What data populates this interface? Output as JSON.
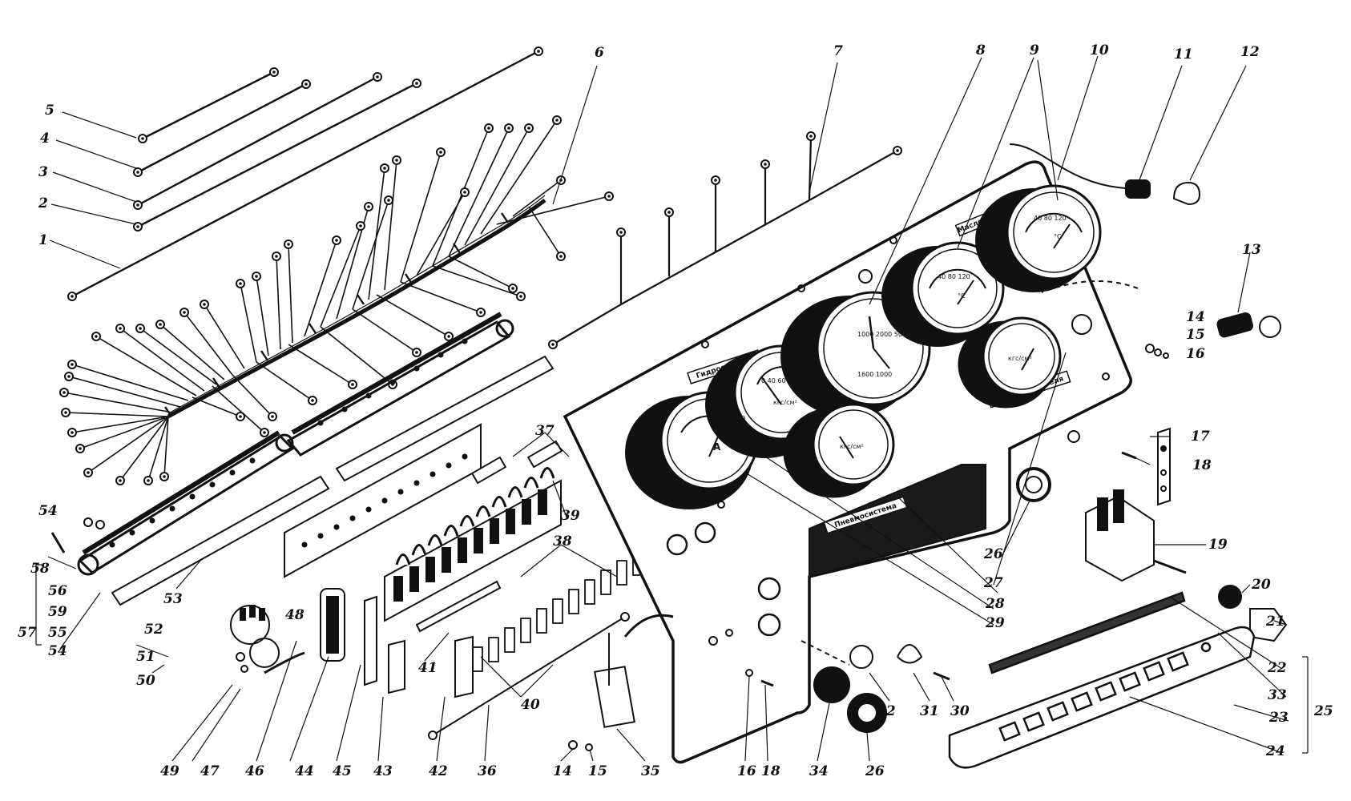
{
  "panel_labels": {
    "engine_oil": "Масло двигателя",
    "hydraulic_system": "Гидросистема",
    "engine_oil_lower": "Масло двигателя",
    "pneumatic_system": "Пневмосистема"
  },
  "gauges": {
    "ammeter": {
      "unit": "A",
      "scale": "0 40 20 100"
    },
    "hydraulic_pressure": {
      "unit": "кгс/см²",
      "scale": "0 40 60 80 100"
    },
    "tachometer": {
      "scale_top": "1000 2000 500",
      "scale_low": "1600 1000"
    },
    "oil_temperature": {
      "unit": "°C",
      "scale": "40 80 120"
    },
    "water_temperature": {
      "unit": "°C",
      "scale": "40 80 120"
    },
    "oil_pressure": {
      "unit": "кгс/см²"
    },
    "air_pressure": {
      "unit": "кгс/см²"
    }
  },
  "callouts": [
    {
      "id": "c1",
      "text": "1"
    },
    {
      "id": "c2",
      "text": "2"
    },
    {
      "id": "c3",
      "text": "3"
    },
    {
      "id": "c4",
      "text": "4"
    },
    {
      "id": "c5",
      "text": "5"
    },
    {
      "id": "c6",
      "text": "6"
    },
    {
      "id": "c7",
      "text": "7"
    },
    {
      "id": "c8",
      "text": "8"
    },
    {
      "id": "c9",
      "text": "9"
    },
    {
      "id": "c10",
      "text": "10"
    },
    {
      "id": "c11",
      "text": "11"
    },
    {
      "id": "c12",
      "text": "12"
    },
    {
      "id": "c13",
      "text": "13"
    },
    {
      "id": "c14",
      "text": "14"
    },
    {
      "id": "c15",
      "text": "15"
    },
    {
      "id": "c16",
      "text": "16"
    },
    {
      "id": "c17",
      "text": "17"
    },
    {
      "id": "c18",
      "text": "18"
    },
    {
      "id": "c19",
      "text": "19"
    },
    {
      "id": "c20",
      "text": "20"
    },
    {
      "id": "c21",
      "text": "21"
    },
    {
      "id": "c22",
      "text": "22"
    },
    {
      "id": "c33",
      "text": "33"
    },
    {
      "id": "c23",
      "text": "23"
    },
    {
      "id": "c25",
      "text": "25"
    },
    {
      "id": "c24",
      "text": "24"
    },
    {
      "id": "c26a",
      "text": "26"
    },
    {
      "id": "c27",
      "text": "27"
    },
    {
      "id": "c28",
      "text": "28"
    },
    {
      "id": "c29",
      "text": "29"
    },
    {
      "id": "c37",
      "text": "37"
    },
    {
      "id": "c39",
      "text": "39"
    },
    {
      "id": "c38",
      "text": "38"
    },
    {
      "id": "c54a",
      "text": "54"
    },
    {
      "id": "c58",
      "text": "58"
    },
    {
      "id": "c56",
      "text": "56"
    },
    {
      "id": "c59",
      "text": "59"
    },
    {
      "id": "c57",
      "text": "57"
    },
    {
      "id": "c55",
      "text": "55"
    },
    {
      "id": "c54b",
      "text": "54"
    },
    {
      "id": "c53",
      "text": "53"
    },
    {
      "id": "c52",
      "text": "52"
    },
    {
      "id": "c48",
      "text": "48"
    },
    {
      "id": "c41",
      "text": "41"
    },
    {
      "id": "c51",
      "text": "51"
    },
    {
      "id": "c50",
      "text": "50"
    },
    {
      "id": "c40",
      "text": "40"
    },
    {
      "id": "c32",
      "text": "32"
    },
    {
      "id": "c31",
      "text": "31"
    },
    {
      "id": "c30",
      "text": "30"
    },
    {
      "id": "c49",
      "text": "49"
    },
    {
      "id": "c47",
      "text": "47"
    },
    {
      "id": "c46",
      "text": "46"
    },
    {
      "id": "c44",
      "text": "44"
    },
    {
      "id": "c45",
      "text": "45"
    },
    {
      "id": "c43",
      "text": "43"
    },
    {
      "id": "c42",
      "text": "42"
    },
    {
      "id": "c36",
      "text": "36"
    },
    {
      "id": "c14b",
      "text": "14"
    },
    {
      "id": "c15b",
      "text": "15"
    },
    {
      "id": "c35",
      "text": "35"
    },
    {
      "id": "c16b",
      "text": "16"
    },
    {
      "id": "c18b",
      "text": "18"
    },
    {
      "id": "c34",
      "text": "34"
    },
    {
      "id": "c26b",
      "text": "26"
    }
  ]
}
